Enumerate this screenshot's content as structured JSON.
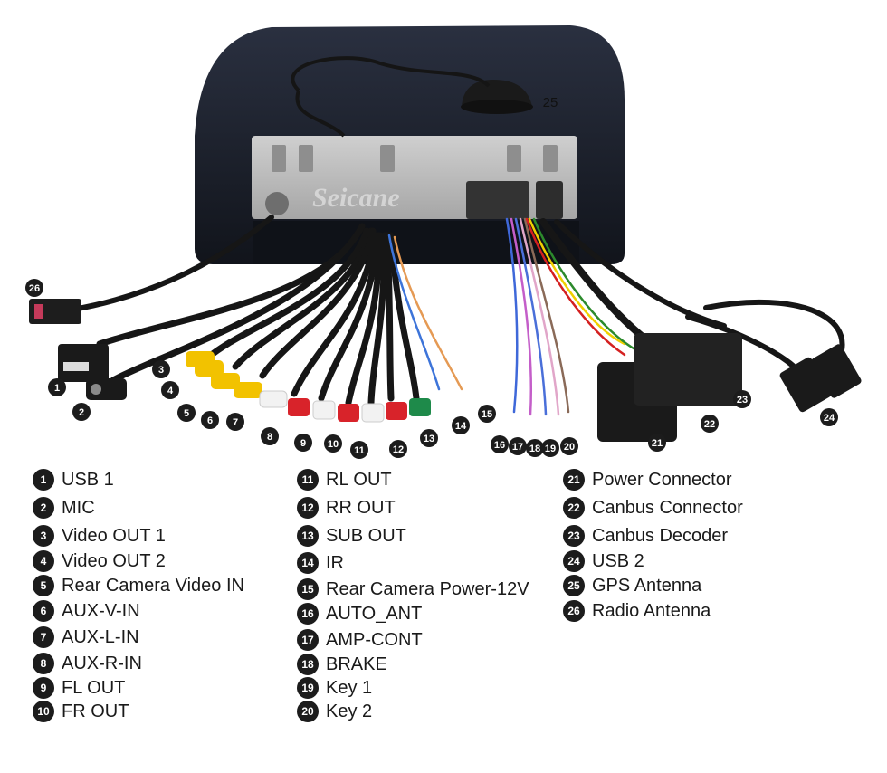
{
  "watermark": "Seicane",
  "legend": [
    {
      "n": "1",
      "label": "USB 1"
    },
    {
      "n": "2",
      "label": "MIC"
    },
    {
      "n": "3",
      "label": "Video OUT 1"
    },
    {
      "n": "4",
      "label": "Video OUT 2"
    },
    {
      "n": "5",
      "label": "Rear Camera Video IN"
    },
    {
      "n": "6",
      "label": "AUX-V-IN"
    },
    {
      "n": "7",
      "label": "AUX-L-IN"
    },
    {
      "n": "8",
      "label": "AUX-R-IN"
    },
    {
      "n": "9",
      "label": "FL OUT"
    },
    {
      "n": "10",
      "label": "FR OUT"
    },
    {
      "n": "11",
      "label": "RL OUT"
    },
    {
      "n": "12",
      "label": "RR OUT"
    },
    {
      "n": "13",
      "label": "SUB OUT"
    },
    {
      "n": "14",
      "label": "IR"
    },
    {
      "n": "15",
      "label": "Rear Camera Power-12V"
    },
    {
      "n": "16",
      "label": "AUTO_ANT"
    },
    {
      "n": "17",
      "label": "AMP-CONT"
    },
    {
      "n": "18",
      "label": "BRAKE"
    },
    {
      "n": "19",
      "label": "Key 1"
    },
    {
      "n": "20",
      "label": "Key 2"
    },
    {
      "n": "21",
      "label": "Power Connector"
    },
    {
      "n": "22",
      "label": "Canbus Connector"
    },
    {
      "n": "23",
      "label": "Canbus Decoder"
    },
    {
      "n": "24",
      "label": "USB 2"
    },
    {
      "n": "25",
      "label": "GPS Antenna"
    },
    {
      "n": "26",
      "label": "Radio Antenna"
    }
  ],
  "colors": {
    "marker": "#1c1c1c",
    "rca_yellow": "#f2c200",
    "rca_red": "#d8232a",
    "rca_white": "#f2f2f2",
    "rca_green": "#1e8a4a",
    "unit_body": "#1b1f2a",
    "chassis": "#b9b9b9"
  }
}
